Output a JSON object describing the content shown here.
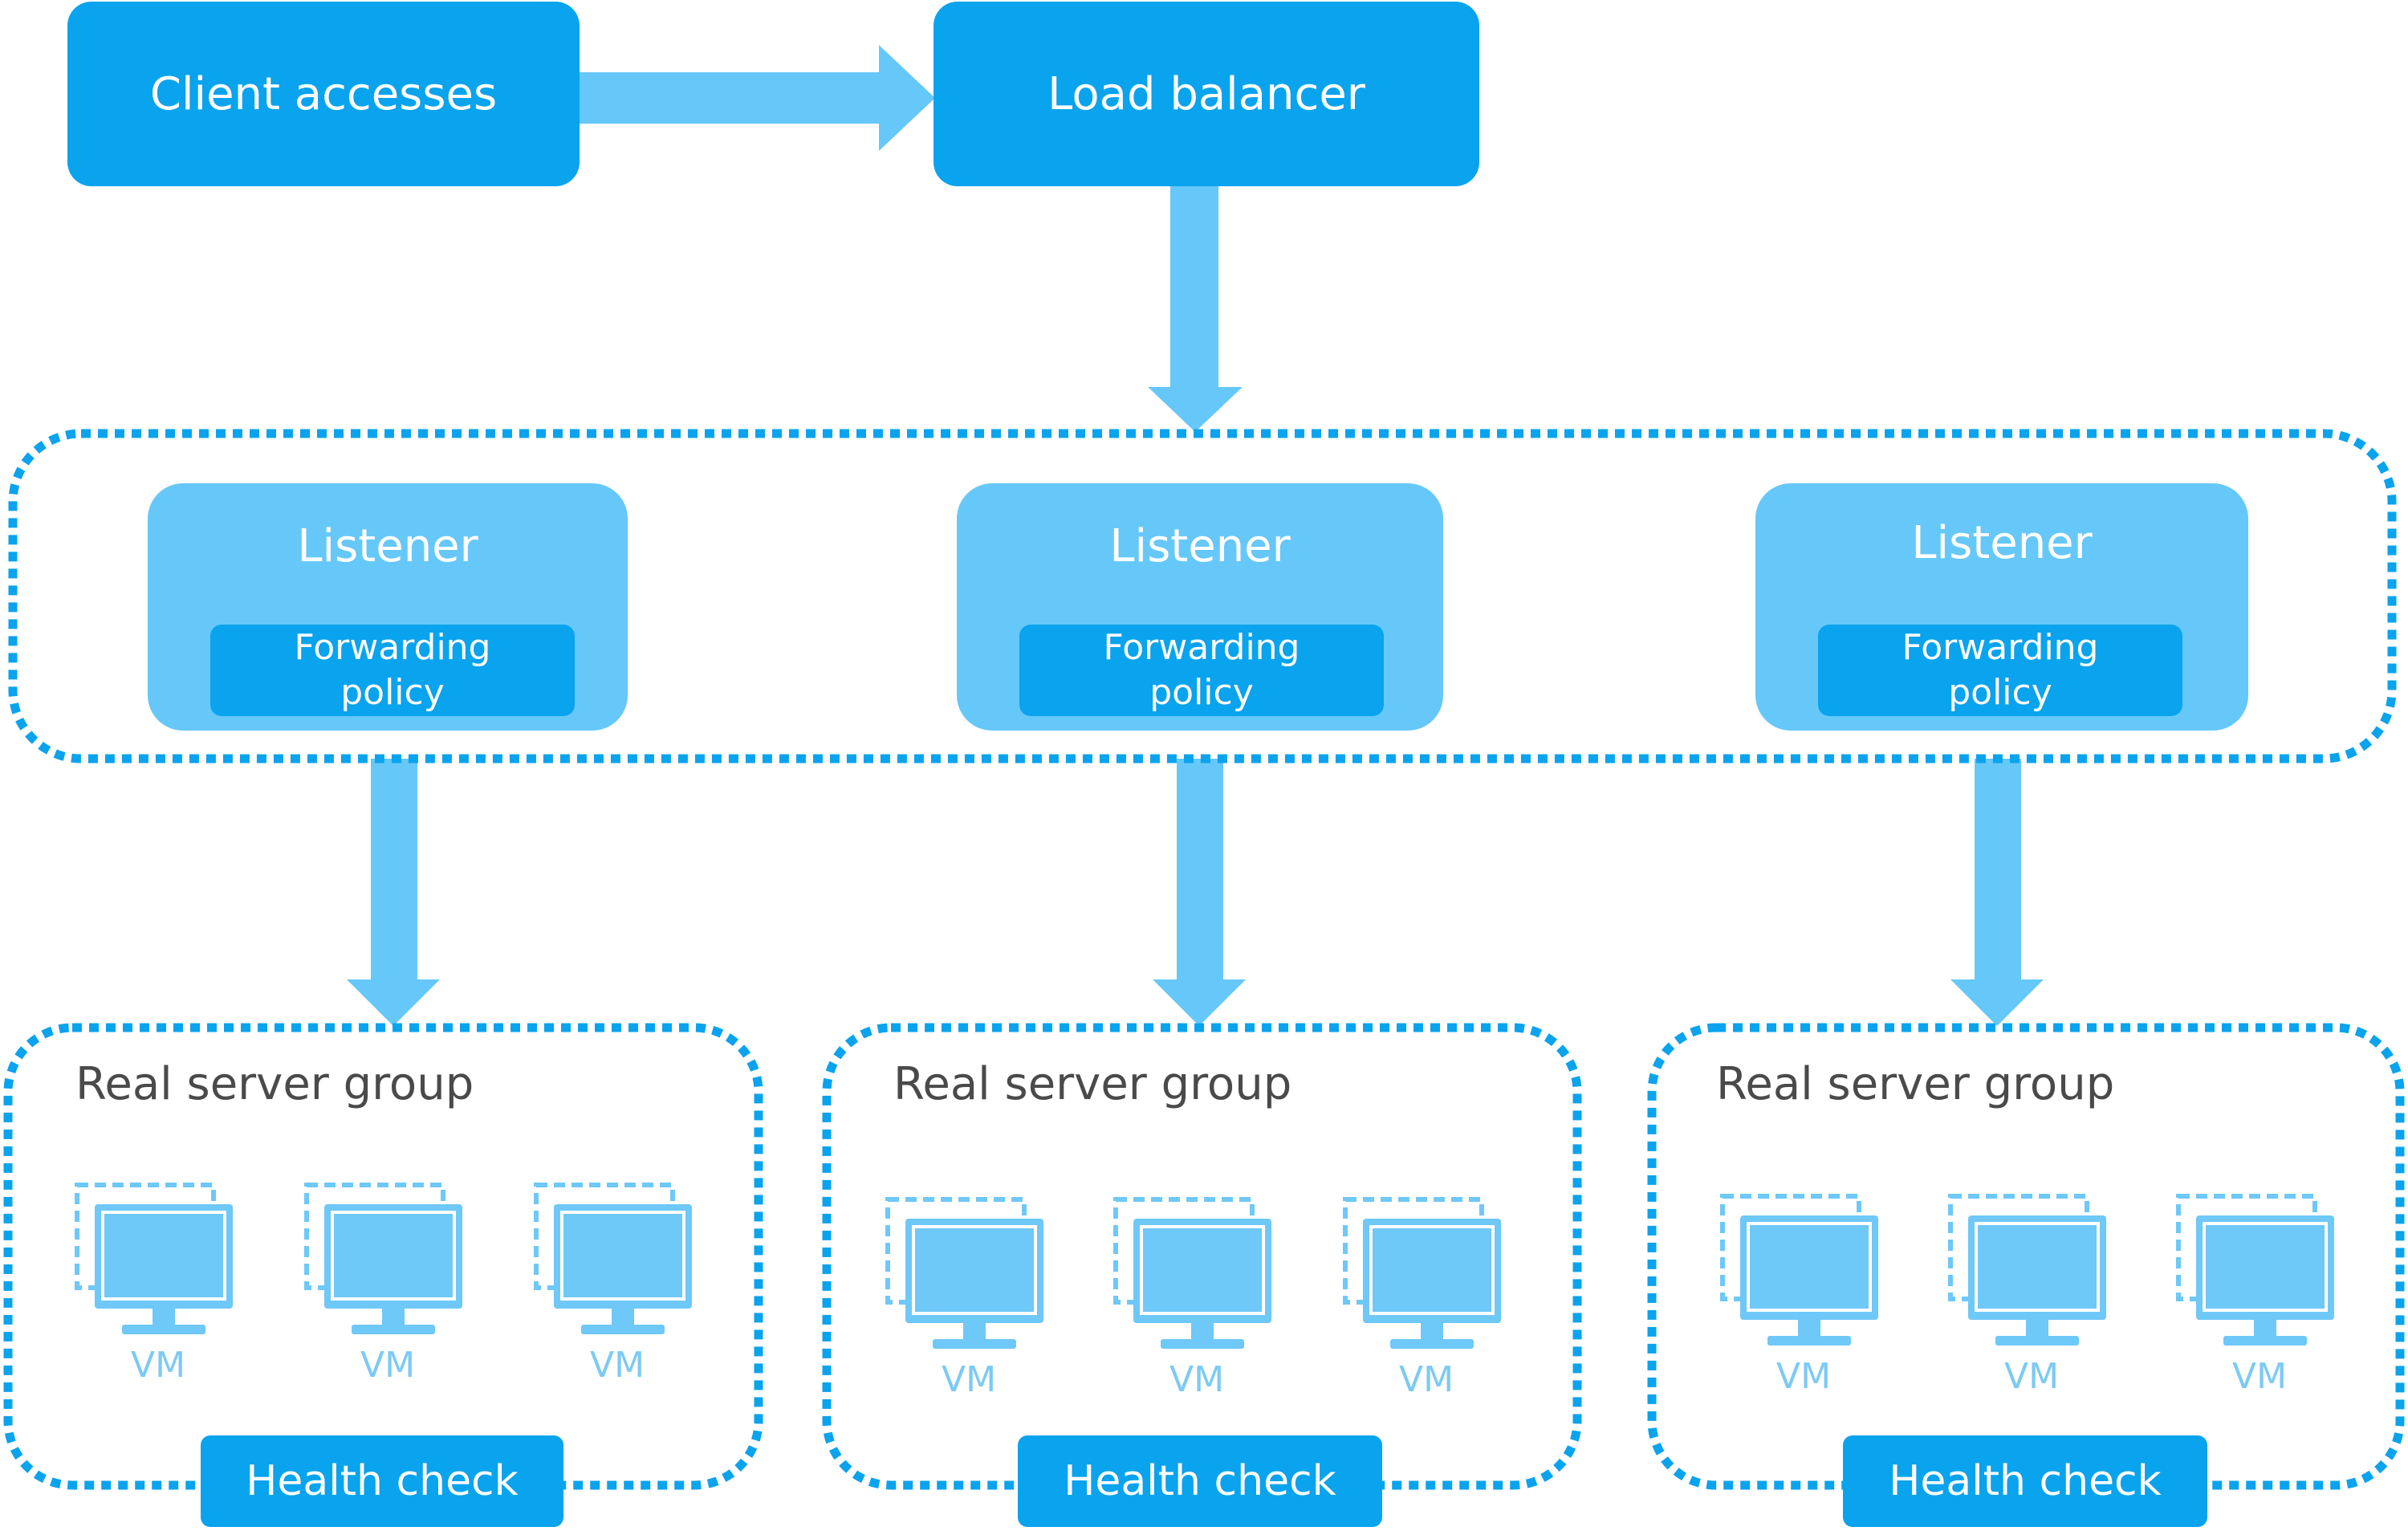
{
  "top": {
    "client_label": "Client accesses",
    "lb_label": "Load balancer"
  },
  "listeners": [
    {
      "title": "Listener",
      "policy_line1": "Forwarding",
      "policy_line2": "policy"
    },
    {
      "title": "Listener",
      "policy_line1": "Forwarding",
      "policy_line2": "policy"
    },
    {
      "title": "Listener",
      "policy_line1": "Forwarding",
      "policy_line2": "policy"
    }
  ],
  "groups": [
    {
      "title": "Real server group",
      "health": "Health check",
      "vms": [
        "VM",
        "VM",
        "VM"
      ]
    },
    {
      "title": "Real server group",
      "health": "Health check",
      "vms": [
        "VM",
        "VM",
        "VM"
      ]
    },
    {
      "title": "Real server group",
      "health": "Health check",
      "vms": [
        "VM",
        "VM",
        "VM"
      ]
    }
  ],
  "colors": {
    "primary": "#0aa3ee",
    "light": "#66c8f8",
    "vm_icon": "#6ec8f8",
    "text_dark": "#4a4a4a"
  },
  "icons": {
    "flow_arrow": "arrow-icon",
    "vm": "monitor-icon"
  }
}
